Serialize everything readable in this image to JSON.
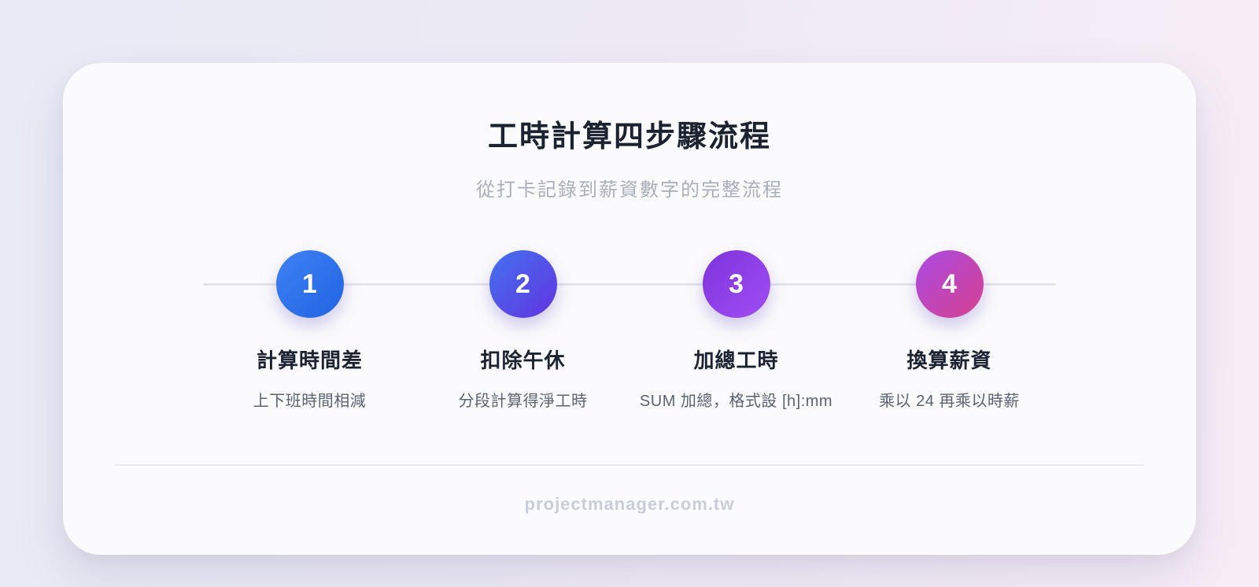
{
  "header": {
    "title": "工時計算四步驟流程",
    "subtitle": "從打卡記錄到薪資數字的完整流程"
  },
  "steps": [
    {
      "number": "1",
      "title": "計算時間差",
      "description": "上下班時間相減",
      "gradient_start": "#3e82f4",
      "gradient_end": "#2263e2"
    },
    {
      "number": "2",
      "title": "扣除午休",
      "description": "分段計算得淨工時",
      "gradient_start": "#4472f0",
      "gradient_end": "#6233e0"
    },
    {
      "number": "3",
      "title": "加總工時",
      "description": "SUM 加總，格式設 [h]:mm",
      "gradient_start": "#7d33dc",
      "gradient_end": "#a14ef2"
    },
    {
      "number": "4",
      "title": "換算薪資",
      "description": "乘以 24 再乘以時薪",
      "gradient_start": "#ab4be4",
      "gradient_end": "#d6408f"
    }
  ],
  "footer": {
    "website": "projectmanager.com.tw"
  },
  "colors": {
    "background_left": "#e8eaf5",
    "background_right": "#f8edf7",
    "card_background": "#fbfbfd",
    "title_text": "#1b2332",
    "subtitle_text": "#a9afba",
    "description_text": "#5a6372",
    "timeline_line": "#e4e5ea",
    "footer_text": "#c8cdd8"
  }
}
